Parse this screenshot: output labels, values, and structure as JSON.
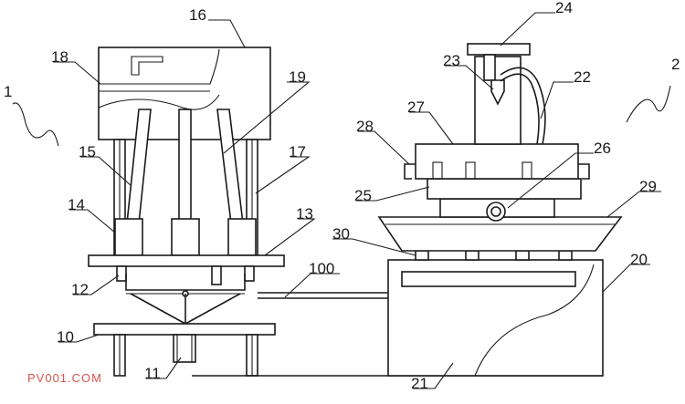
{
  "colors": {
    "line": "#1a1a1a",
    "background": "#ffffff",
    "watermark": "#d9534f"
  },
  "labels": {
    "l1": "1",
    "l2": "2",
    "l10": "10",
    "l11": "11",
    "l12": "12",
    "l13": "13",
    "l14": "14",
    "l15": "15",
    "l16": "16",
    "l17": "17",
    "l18": "18",
    "l19": "19",
    "l20": "20",
    "l21": "21",
    "l22": "22",
    "l23": "23",
    "l24": "24",
    "l25": "25",
    "l26": "26",
    "l27": "27",
    "l28": "28",
    "l29": "29",
    "l30": "30",
    "l100": "100"
  },
  "watermark": "PV001.COM"
}
